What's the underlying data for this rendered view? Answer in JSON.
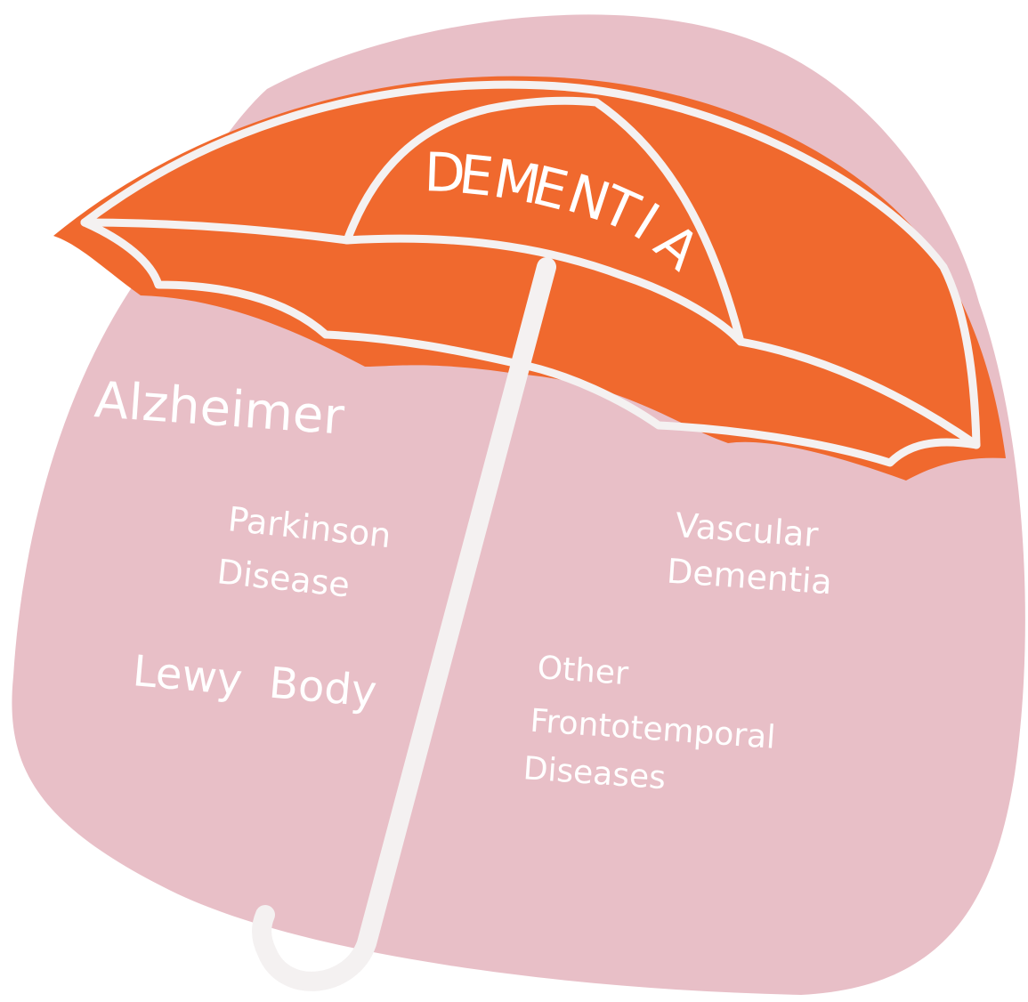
{
  "diagram": {
    "umbrella_title": "DEMENTIA",
    "types": [
      {
        "id": "alzheimer",
        "lines": [
          "Alzheimer"
        ]
      },
      {
        "id": "parkinson",
        "lines": [
          "Parkinson",
          "Disease"
        ]
      },
      {
        "id": "lewy-body",
        "lines": [
          "Lewy  Body"
        ]
      },
      {
        "id": "vascular",
        "lines": [
          "Vascular",
          "Dementia"
        ]
      },
      {
        "id": "other-frontotemporal",
        "lines": [
          "Other",
          "Frontotemporal",
          "Diseases"
        ]
      }
    ]
  },
  "colors": {
    "background_blob": "#E8BFC7",
    "umbrella_canopy": "#F0692E",
    "umbrella_outline": "#F4F1F1",
    "label_text": "#FFFFFF"
  }
}
